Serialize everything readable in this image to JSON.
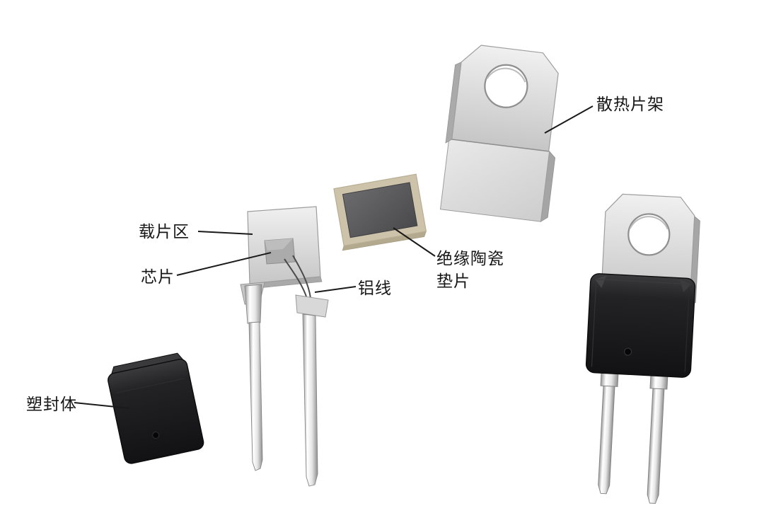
{
  "labels": {
    "heat_sink_frame": "散热片架",
    "die_attach_area": "载片区",
    "chip": "芯片",
    "aluminum_wire": "铝线",
    "ceramic_spacer_line1": "绝缘陶瓷",
    "ceramic_spacer_line2": "垫片",
    "mold_body": "塑封体"
  },
  "colors": {
    "background": "#ffffff",
    "label_text": "#161616",
    "leader_line": "#1a1a1a",
    "metal_light": "#ececec",
    "metal_mid": "#c9c9c9",
    "metal_dark": "#a5a5a5",
    "plastic_body": "#1c1c1e",
    "ceramic_frame": "#cdc3ab",
    "ceramic_core": "#58585a",
    "bond_wire": "#4a4a4a",
    "hole_fill": "#ffffff"
  }
}
